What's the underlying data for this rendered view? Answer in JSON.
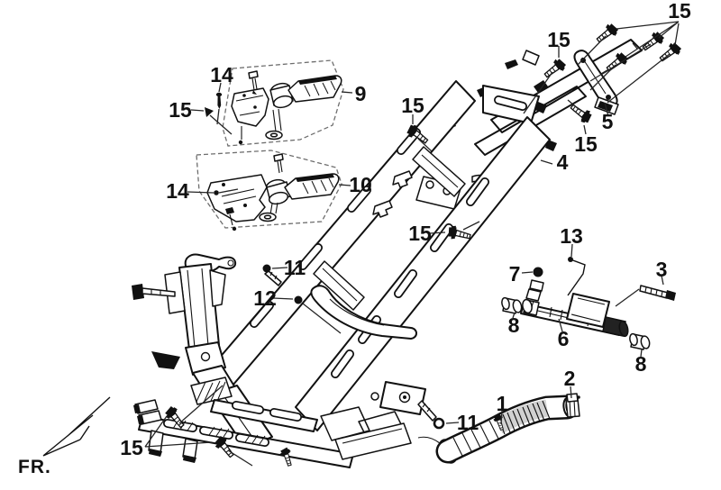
{
  "diagram": {
    "background_color": "#ffffff",
    "line_color": "#111111",
    "front_marker_label": "FR."
  },
  "callouts": [
    {
      "label": "15",
      "name": "callout-15-rear-carrier-bolts"
    },
    {
      "label": "15",
      "name": "callout-15-rear-tube-bolt"
    },
    {
      "label": "5",
      "name": "callout-5-rear-carrier"
    },
    {
      "label": "15",
      "name": "callout-15-carrier-lower-bolt"
    },
    {
      "label": "15",
      "name": "callout-15-upper-spar-bolt"
    },
    {
      "label": "4",
      "name": "callout-4-frame-body"
    },
    {
      "label": "14",
      "name": "callout-14-upper-footpeg-screw"
    },
    {
      "label": "15",
      "name": "callout-15-footpeg-bolt"
    },
    {
      "label": "9",
      "name": "callout-9-upper-footpeg"
    },
    {
      "label": "14",
      "name": "callout-14-lower-footpeg-screw"
    },
    {
      "label": "10",
      "name": "callout-10-lower-footpeg"
    },
    {
      "label": "15",
      "name": "callout-15-mid-spar-bolt"
    },
    {
      "label": "13",
      "name": "callout-13-harness-wire"
    },
    {
      "label": "7",
      "name": "callout-7-hanger-bolt"
    },
    {
      "label": "3",
      "name": "callout-3-hanger-long-bolt"
    },
    {
      "label": "8",
      "name": "callout-8-bushing-left"
    },
    {
      "label": "6",
      "name": "callout-6-engine-hanger-link"
    },
    {
      "label": "8",
      "name": "callout-8-bushing-right"
    },
    {
      "label": "2",
      "name": "callout-2-duct-clamp"
    },
    {
      "label": "11",
      "name": "callout-11-flange-bolt-upper"
    },
    {
      "label": "12",
      "name": "callout-12-washer"
    },
    {
      "label": "11",
      "name": "callout-11-flange-bolt-lower"
    },
    {
      "label": "1",
      "name": "callout-1-air-duct"
    },
    {
      "label": "15",
      "name": "callout-15-front-lower-bolts"
    }
  ]
}
